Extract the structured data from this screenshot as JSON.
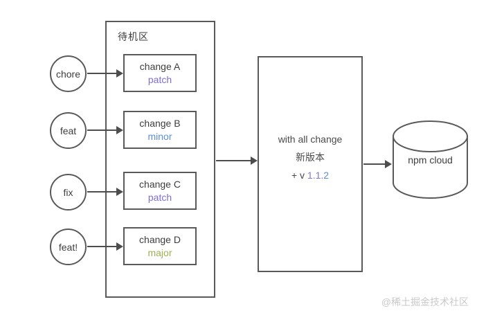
{
  "diagram": {
    "staging": {
      "title": "待机区",
      "changes": [
        {
          "name": "change A",
          "type": "patch",
          "color": "#7d6fd2"
        },
        {
          "name": "change B",
          "type": "minor",
          "color": "#5a8ed6"
        },
        {
          "name": "change C",
          "type": "patch",
          "color": "#7d6fd2"
        },
        {
          "name": "change D",
          "type": "major",
          "color": "#a0ad52"
        }
      ]
    },
    "commits": [
      {
        "label": "chore"
      },
      {
        "label": "feat"
      },
      {
        "label": "fix"
      },
      {
        "label": "feat!"
      }
    ],
    "release": {
      "line1": "with all change",
      "line2": "新版本",
      "version_prefix": "+ v ",
      "version_major_minor": "1.1.",
      "version_patch": "2",
      "version_mm_color": "#8377d2",
      "version_patch_color": "#5a8ed6"
    },
    "registry": {
      "label": "npm cloud"
    },
    "watermark": "@稀土掘金技术社区",
    "colors": {
      "stroke": "#595959",
      "arrow": "#4d4d4d",
      "text": "#3d3d3d",
      "watermark": "#c9c9c9"
    }
  }
}
